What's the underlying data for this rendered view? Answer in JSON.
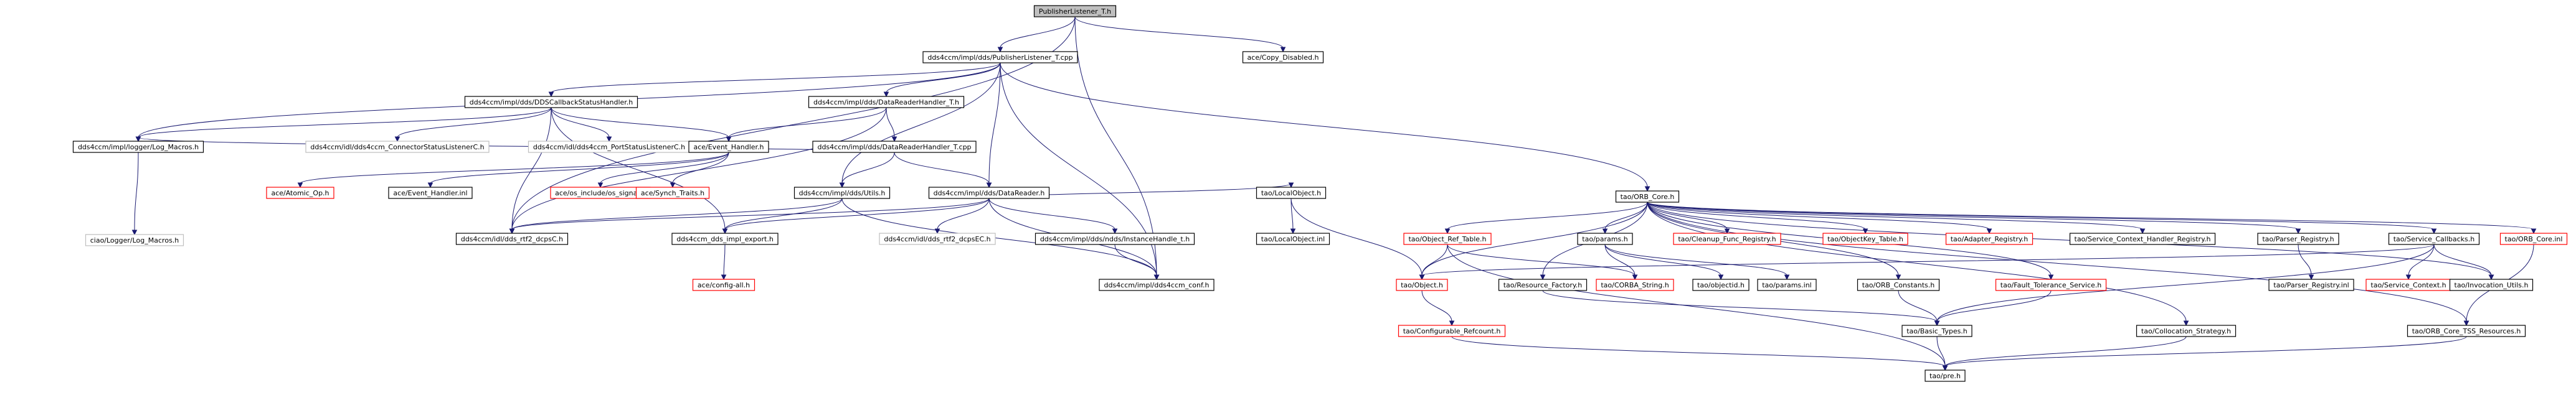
{
  "colors": {
    "edge": "#191970",
    "root_fill": "#bfbfbf",
    "node_fill": "#ffffff",
    "node_border": "#000000",
    "missing_border": "#ff0000",
    "external_border": "#bfbfbf",
    "text": "#000000"
  },
  "nodes": [
    {
      "id": "root",
      "label": "PublisherListener_T.h",
      "kind": "root"
    },
    {
      "id": "pl_cpp",
      "label": "dds4ccm/impl/dds/PublisherListener_T.cpp",
      "kind": "normal"
    },
    {
      "id": "copy_dis",
      "label": "ace/Copy_Disabled.h",
      "kind": "normal"
    },
    {
      "id": "ddscb",
      "label": "dds4ccm/impl/dds/DDSCallbackStatusHandler.h",
      "kind": "normal"
    },
    {
      "id": "drh_h",
      "label": "dds4ccm/impl/dds/DataReaderHandler_T.h",
      "kind": "normal"
    },
    {
      "id": "orb_core",
      "label": "tao/ORB_Core.h",
      "kind": "normal"
    },
    {
      "id": "logmacros",
      "label": "dds4ccm/impl/logger/Log_Macros.h",
      "kind": "normal"
    },
    {
      "id": "connstat",
      "label": "dds4ccm/idl/dds4ccm_ConnectorStatusListenerC.h",
      "kind": "external"
    },
    {
      "id": "portstat",
      "label": "dds4ccm/idl/dds4ccm_PortStatusListenerC.h",
      "kind": "external"
    },
    {
      "id": "evhandler",
      "label": "ace/Event_Handler.h",
      "kind": "normal"
    },
    {
      "id": "drh_cpp",
      "label": "dds4ccm/impl/dds/DataReaderHandler_T.cpp",
      "kind": "normal"
    },
    {
      "id": "atomic",
      "label": "ace/Atomic_Op.h",
      "kind": "missing"
    },
    {
      "id": "evinl",
      "label": "ace/Event_Handler.inl",
      "kind": "normal"
    },
    {
      "id": "ossignal",
      "label": "ace/os_include/os_signal.h",
      "kind": "missing"
    },
    {
      "id": "synch",
      "label": "ace/Synch_Traits.h",
      "kind": "missing"
    },
    {
      "id": "utils",
      "label": "dds4ccm/impl/dds/Utils.h",
      "kind": "normal"
    },
    {
      "id": "datareader",
      "label": "dds4ccm/impl/dds/DataReader.h",
      "kind": "normal"
    },
    {
      "id": "cialog",
      "label": "ciao/Logger/Log_Macros.h",
      "kind": "external"
    },
    {
      "id": "rtidcps",
      "label": "dds4ccm/idl/dds_rtf2_dcpsC.h",
      "kind": "normal"
    },
    {
      "id": "implexport",
      "label": "dds4ccm_dds_impl_export.h",
      "kind": "normal"
    },
    {
      "id": "rtidcpsec",
      "label": "dds4ccm/idl/dds_rtf2_dcpsEC.h",
      "kind": "external"
    },
    {
      "id": "ndds_ih",
      "label": "dds4ccm/impl/dds/ndds/InstanceHandle_t.h",
      "kind": "normal"
    },
    {
      "id": "configall",
      "label": "ace/config-all.h",
      "kind": "missing"
    },
    {
      "id": "conf",
      "label": "dds4ccm/impl/dds4ccm_conf.h",
      "kind": "normal"
    },
    {
      "id": "localobj",
      "label": "tao/LocalObject.h",
      "kind": "normal"
    },
    {
      "id": "localobj_inl",
      "label": "tao/LocalObject.inl",
      "kind": "normal"
    },
    {
      "id": "objreftable",
      "label": "tao/Object_Ref_Table.h",
      "kind": "missing"
    },
    {
      "id": "tao_object",
      "label": "tao/Object.h",
      "kind": "missing"
    },
    {
      "id": "params",
      "label": "tao/params.h",
      "kind": "normal"
    },
    {
      "id": "cleanup",
      "label": "tao/Cleanup_Func_Registry.h",
      "kind": "missing"
    },
    {
      "id": "objkey",
      "label": "tao/ObjectKey_Table.h",
      "kind": "missing"
    },
    {
      "id": "adapter",
      "label": "tao/Adapter_Registry.h",
      "kind": "missing"
    },
    {
      "id": "scontext_reg",
      "label": "tao/Service_Context_Handler_Registry.h",
      "kind": "normal"
    },
    {
      "id": "parser",
      "label": "tao/Parser_Registry.h",
      "kind": "normal"
    },
    {
      "id": "svccb",
      "label": "tao/Service_Callbacks.h",
      "kind": "normal"
    },
    {
      "id": "orbcore_inl",
      "label": "tao/ORB_Core.inl",
      "kind": "missing"
    },
    {
      "id": "resource",
      "label": "tao/Resource_Factory.h",
      "kind": "normal"
    },
    {
      "id": "corba_str",
      "label": "tao/CORBA_String.h",
      "kind": "missing"
    },
    {
      "id": "objectid",
      "label": "tao/objectid.h",
      "kind": "normal"
    },
    {
      "id": "params_inl",
      "label": "tao/params.inl",
      "kind": "normal"
    },
    {
      "id": "orbconst",
      "label": "tao/ORB_Constants.h",
      "kind": "normal"
    },
    {
      "id": "faulttol",
      "label": "tao/Fault_Tolerance_Service.h",
      "kind": "missing"
    },
    {
      "id": "parser_inl",
      "label": "tao/Parser_Registry.inl",
      "kind": "normal"
    },
    {
      "id": "svccontext",
      "label": "tao/Service_Context.h",
      "kind": "missing"
    },
    {
      "id": "invutils",
      "label": "tao/Invocation_Utils.h",
      "kind": "normal"
    },
    {
      "id": "tss",
      "label": "tao/ORB_Core_TSS_Resources.h",
      "kind": "normal"
    },
    {
      "id": "refcount",
      "label": "tao/Configurable_Refcount.h",
      "kind": "missing"
    },
    {
      "id": "basictypes",
      "label": "tao/Basic_Types.h",
      "kind": "normal"
    },
    {
      "id": "colloc",
      "label": "tao/Collocation_Strategy.h",
      "kind": "normal"
    },
    {
      "id": "pragma",
      "label": "tao/pre.h",
      "kind": "normal"
    }
  ],
  "edges": [
    [
      "root",
      "pl_cpp"
    ],
    [
      "root",
      "copy_dis"
    ],
    [
      "root",
      "rtidcps"
    ],
    [
      "root",
      "conf"
    ],
    [
      "pl_cpp",
      "ddscb"
    ],
    [
      "pl_cpp",
      "drh_h"
    ],
    [
      "pl_cpp",
      "orb_core"
    ],
    [
      "pl_cpp",
      "logmacros"
    ],
    [
      "pl_cpp",
      "utils"
    ],
    [
      "pl_cpp",
      "datareader"
    ],
    [
      "pl_cpp",
      "conf"
    ],
    [
      "ddscb",
      "logmacros"
    ],
    [
      "ddscb",
      "connstat"
    ],
    [
      "ddscb",
      "portstat"
    ],
    [
      "ddscb",
      "evhandler"
    ],
    [
      "ddscb",
      "implexport"
    ],
    [
      "ddscb",
      "rtidcps"
    ],
    [
      "drh_h",
      "evhandler"
    ],
    [
      "drh_h",
      "drh_cpp"
    ],
    [
      "drh_h",
      "rtidcps"
    ],
    [
      "evhandler",
      "atomic"
    ],
    [
      "evhandler",
      "evinl"
    ],
    [
      "evhandler",
      "ossignal"
    ],
    [
      "evhandler",
      "synch"
    ],
    [
      "drh_cpp",
      "logmacros"
    ],
    [
      "drh_cpp",
      "utils"
    ],
    [
      "drh_cpp",
      "datareader"
    ],
    [
      "logmacros",
      "cialog"
    ],
    [
      "utils",
      "rtidcps"
    ],
    [
      "utils",
      "implexport"
    ],
    [
      "utils",
      "conf"
    ],
    [
      "datareader",
      "rtidcps"
    ],
    [
      "datareader",
      "implexport"
    ],
    [
      "datareader",
      "rtidcpsec"
    ],
    [
      "datareader",
      "ndds_ih"
    ],
    [
      "datareader",
      "localobj"
    ],
    [
      "datareader",
      "conf"
    ],
    [
      "ndds_ih",
      "conf"
    ],
    [
      "implexport",
      "configall"
    ],
    [
      "localobj",
      "tao_object"
    ],
    [
      "localobj",
      "localobj_inl"
    ],
    [
      "orb_core",
      "objreftable"
    ],
    [
      "orb_core",
      "tao_object"
    ],
    [
      "orb_core",
      "params"
    ],
    [
      "orb_core",
      "cleanup"
    ],
    [
      "orb_core",
      "objkey"
    ],
    [
      "orb_core",
      "adapter"
    ],
    [
      "orb_core",
      "scontext_reg"
    ],
    [
      "orb_core",
      "parser"
    ],
    [
      "orb_core",
      "svccb"
    ],
    [
      "orb_core",
      "orbcore_inl"
    ],
    [
      "orb_core",
      "resource"
    ],
    [
      "orb_core",
      "orbconst"
    ],
    [
      "orb_core",
      "faulttol"
    ],
    [
      "orb_core",
      "invutils"
    ],
    [
      "orb_core",
      "tss"
    ],
    [
      "orb_core",
      "colloc"
    ],
    [
      "objreftable",
      "tao_object"
    ],
    [
      "objreftable",
      "corba_str"
    ],
    [
      "objreftable",
      "pragma"
    ],
    [
      "params",
      "corba_str"
    ],
    [
      "params",
      "objectid"
    ],
    [
      "params",
      "params_inl"
    ],
    [
      "parser",
      "parser_inl"
    ],
    [
      "svccb",
      "tao_object"
    ],
    [
      "svccb",
      "svccontext"
    ],
    [
      "svccb",
      "invutils"
    ],
    [
      "svccb",
      "basictypes"
    ],
    [
      "orbcore_inl",
      "tss"
    ],
    [
      "tao_object",
      "refcount"
    ],
    [
      "resource",
      "basictypes"
    ],
    [
      "orbconst",
      "basictypes"
    ],
    [
      "faulttol",
      "basictypes"
    ],
    [
      "refcount",
      "pragma"
    ],
    [
      "basictypes",
      "pragma"
    ],
    [
      "colloc",
      "pragma"
    ],
    [
      "tss",
      "pragma"
    ]
  ]
}
